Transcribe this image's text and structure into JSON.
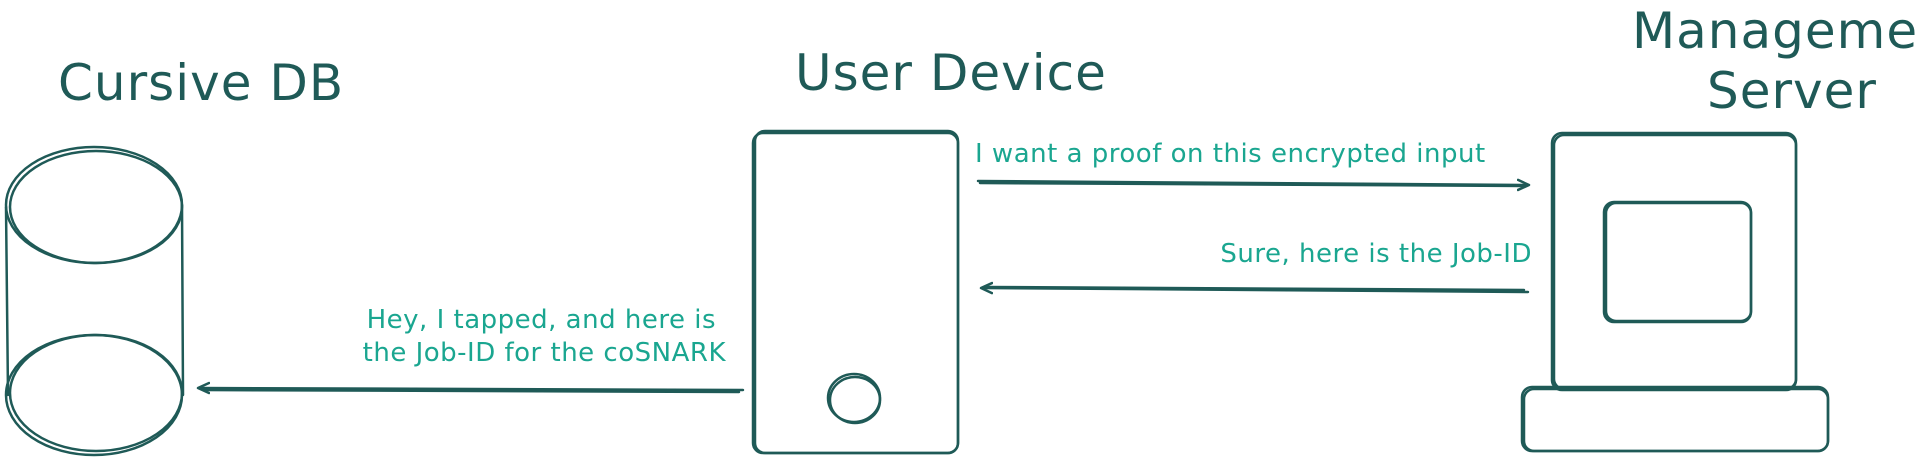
{
  "nodes": {
    "db": {
      "label": "Cursive DB"
    },
    "device": {
      "label": "User Device"
    },
    "server": {
      "label_line1": "Management",
      "label_line2": "Server"
    }
  },
  "messages": {
    "request_proof": "I want a proof on this encrypted input",
    "job_id_reply": "Sure, here is the Job-ID",
    "tap_line1": "Hey, I tapped, and here is",
    "tap_line2": "the Job-ID for the coSNARK"
  },
  "colors": {
    "outline": "#1f5a57",
    "message_text": "#1aa690",
    "title_text": "#1f5a57"
  }
}
